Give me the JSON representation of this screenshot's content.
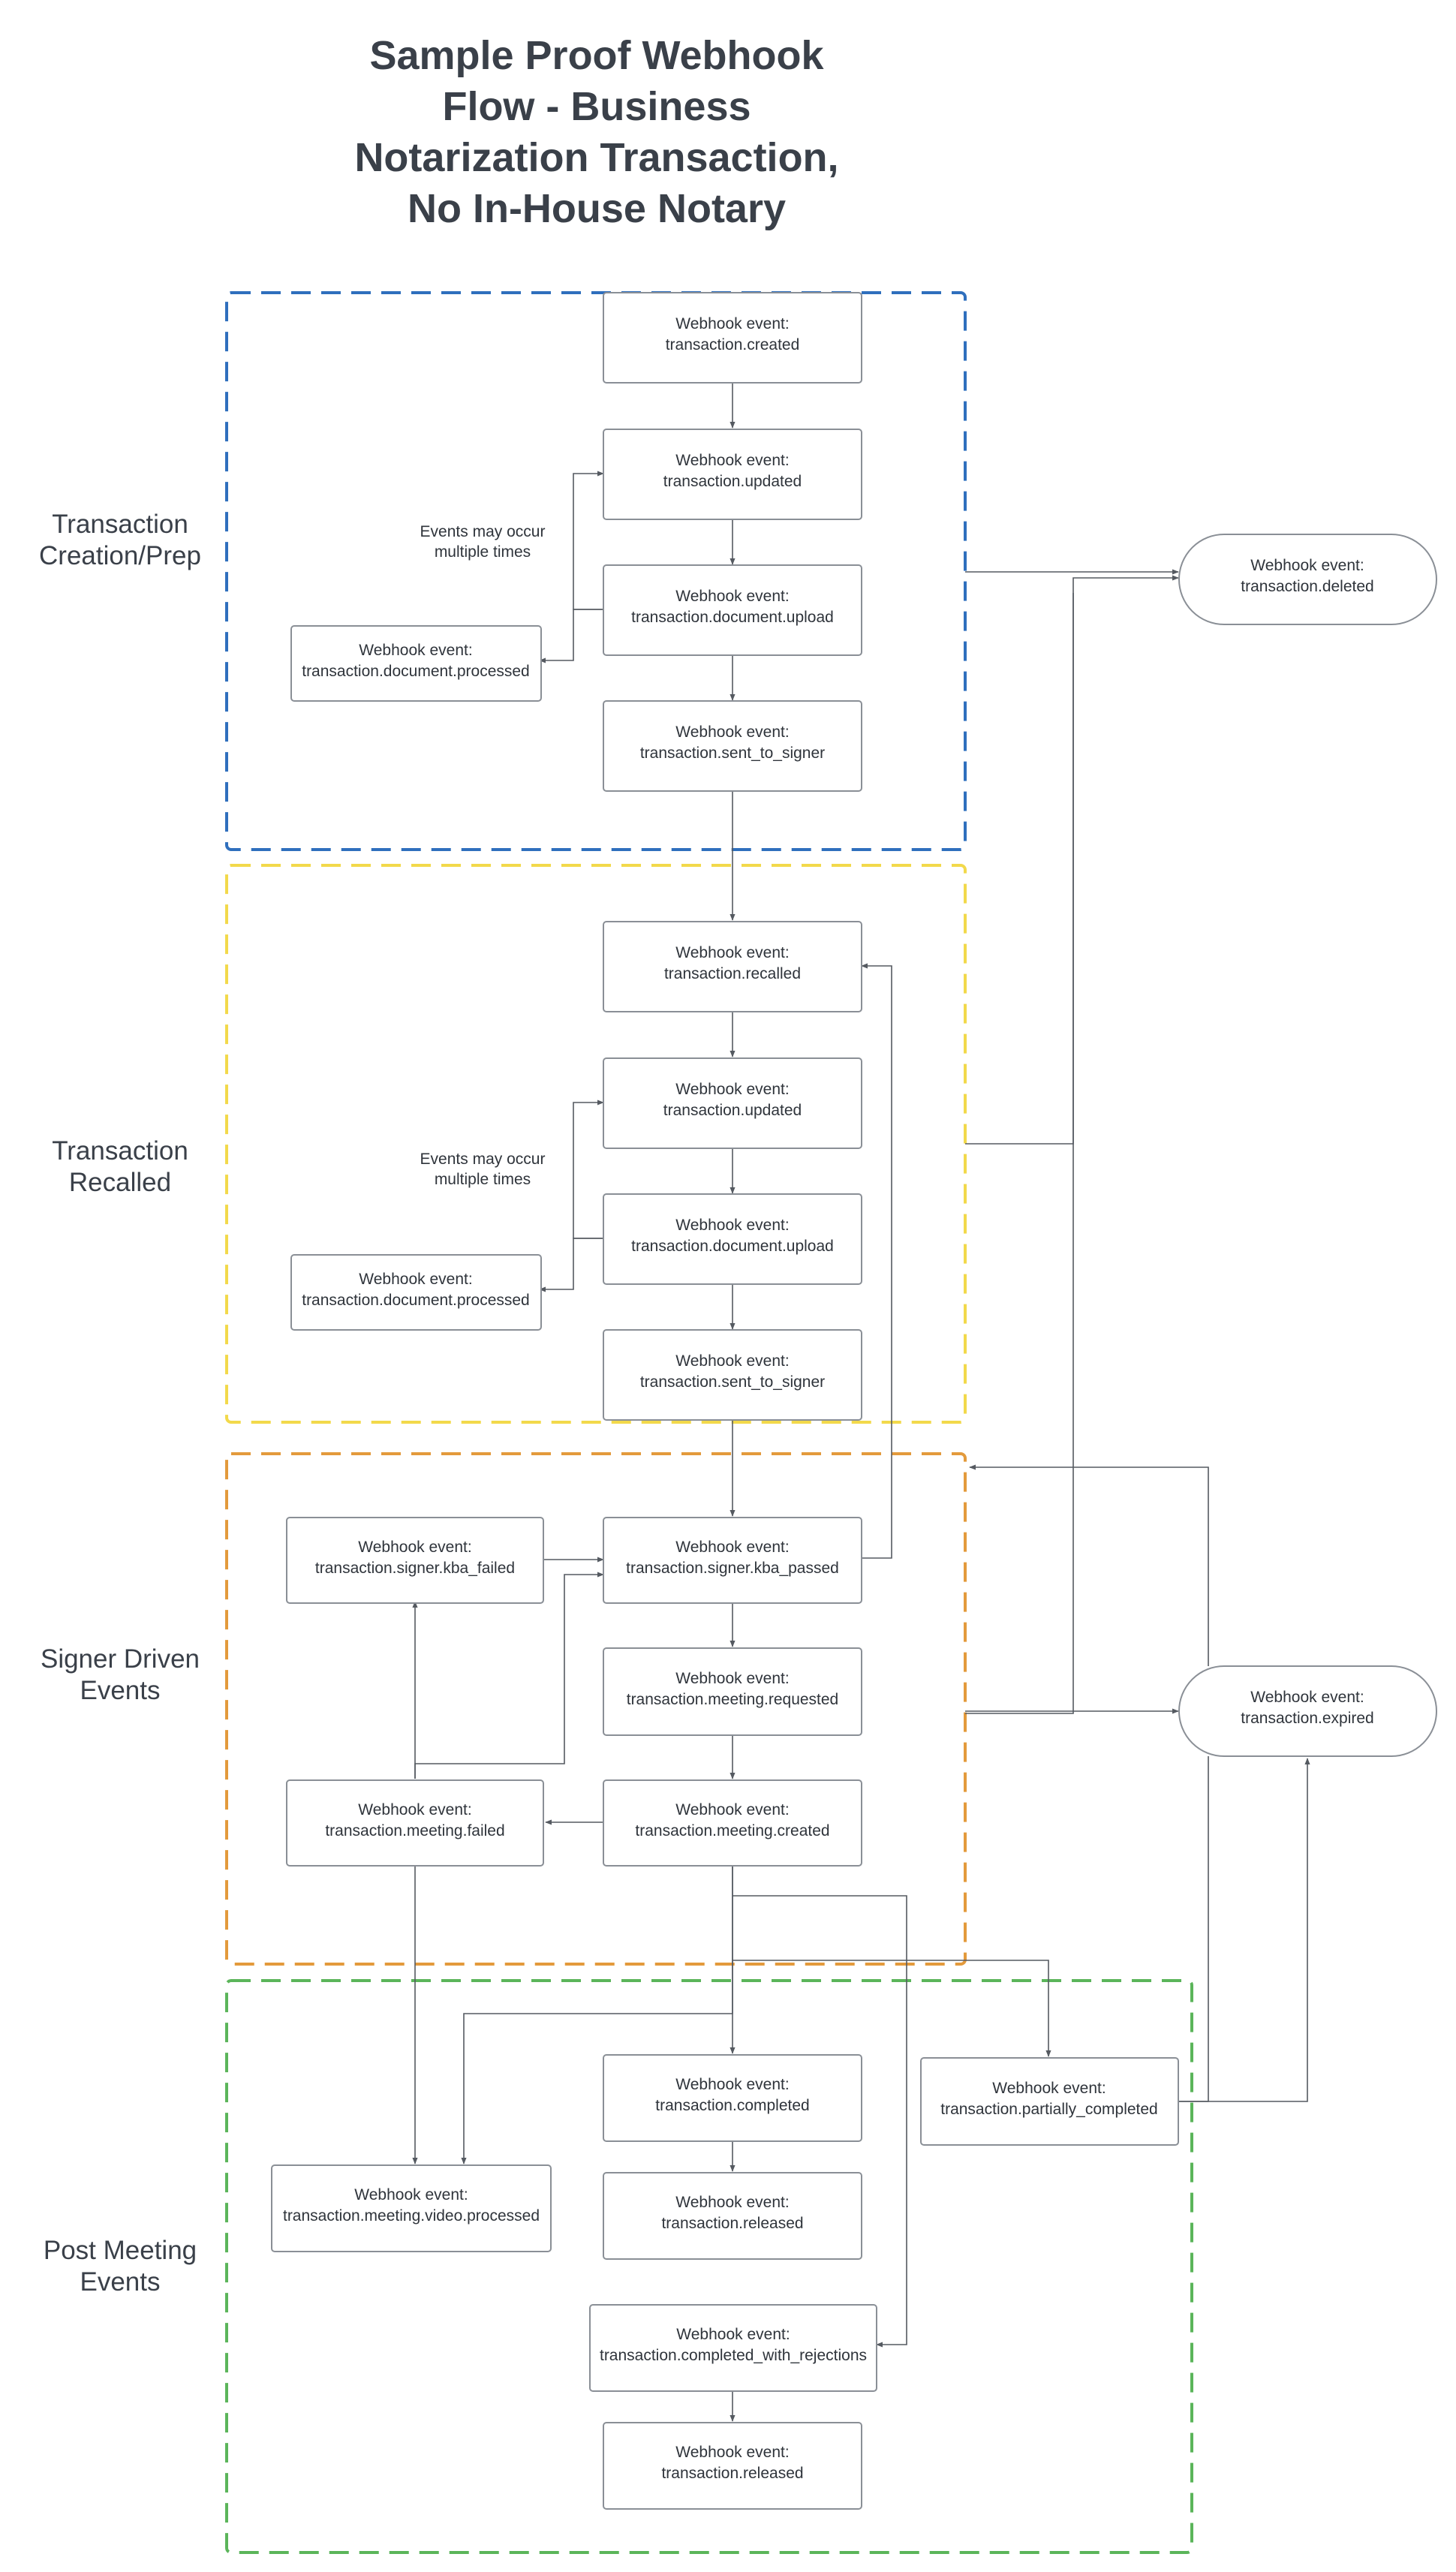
{
  "title": [
    "Sample Proof Webhook",
    "Flow - Business",
    "Notarization Transaction,",
    "No In-House Notary"
  ],
  "sections": {
    "creation": {
      "label": [
        "Transaction",
        "Creation/Prep"
      ],
      "color": "#2f6fbd"
    },
    "recalled": {
      "label": [
        "Transaction",
        "Recalled"
      ],
      "color": "#f2d94b"
    },
    "signer": {
      "label": [
        "Signer Driven",
        "Events"
      ],
      "color": "#e39a3c"
    },
    "post": {
      "label": [
        "Post Meeting",
        "Events"
      ],
      "color": "#5bb55a"
    }
  },
  "notes": {
    "creation": [
      "Events may occur",
      "multiple times"
    ],
    "recalled": [
      "Events may occur",
      "multiple times"
    ]
  },
  "nodes": {
    "created": [
      "Webhook event:",
      "transaction.created"
    ],
    "updated1": [
      "Webhook event:",
      "transaction.updated"
    ],
    "upload1": [
      "Webhook event:",
      "transaction.document.upload"
    ],
    "processed1": [
      "Webhook event:",
      "transaction.document.processed"
    ],
    "sent1": [
      "Webhook event:",
      "transaction.sent_to_signer"
    ],
    "deleted": [
      "Webhook event:",
      "transaction.deleted"
    ],
    "recalledNode": [
      "Webhook event:",
      "transaction.recalled"
    ],
    "updated2": [
      "Webhook event:",
      "transaction.updated"
    ],
    "upload2": [
      "Webhook event:",
      "transaction.document.upload"
    ],
    "processed2": [
      "Webhook event:",
      "transaction.document.processed"
    ],
    "sent2": [
      "Webhook event:",
      "transaction.sent_to_signer"
    ],
    "kbaFailed": [
      "Webhook event:",
      "transaction.signer.kba_failed"
    ],
    "kbaPassed": [
      "Webhook event:",
      "transaction.signer.kba_passed"
    ],
    "meetingRequested": [
      "Webhook event:",
      "transaction.meeting.requested"
    ],
    "meetingFailed": [
      "Webhook event:",
      "transaction.meeting.failed"
    ],
    "meetingCreated": [
      "Webhook event:",
      "transaction.meeting.created"
    ],
    "expired": [
      "Webhook event:",
      "transaction.expired"
    ],
    "completed": [
      "Webhook event:",
      "transaction.completed"
    ],
    "partially": [
      "Webhook event:",
      "transaction.partially_completed"
    ],
    "videoProcessed": [
      "Webhook event:",
      "transaction.meeting.video.processed"
    ],
    "released1": [
      "Webhook event:",
      "transaction.released"
    ],
    "rejections": [
      "Webhook event:",
      "transaction.completed_with_rejections"
    ],
    "released2": [
      "Webhook event:",
      "transaction.released"
    ]
  },
  "colors": {
    "node_border": "#8a8f96",
    "edge": "#555a61",
    "text": "#2f343b"
  }
}
